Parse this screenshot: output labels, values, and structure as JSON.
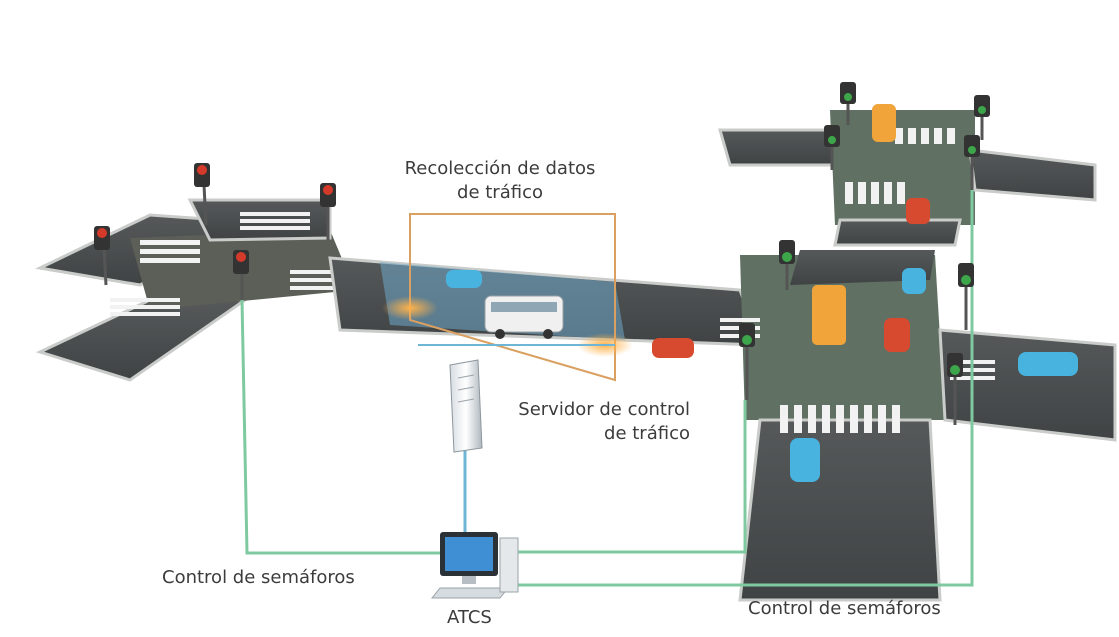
{
  "labels": {
    "data_collection_line1": "Recolección de datos",
    "data_collection_line2": "de tráfico",
    "server_line1": "Servidor de control",
    "server_line2": "de tráfico",
    "signal_control_left": "Control de semáforos",
    "signal_control_right": "Control de semáforos",
    "atcs": "ATCS"
  },
  "colors": {
    "road": "#4a4f50",
    "road_edge": "#c9ccc9",
    "crosswalk": "#f2f2f2",
    "intersection": "#5b5f57",
    "intersection_green": "#607062",
    "sensor_zone": "#6fa8c8",
    "sensor_glow": "#f29a2e",
    "collection_box": "#d9a061",
    "network_line_green": "#7fc9a0",
    "network_line_blue": "#6fb6d6",
    "signal_red": "#d43a2a",
    "signal_green": "#3ea64a",
    "car_blue": "#49b3e0",
    "car_red": "#d84a2f",
    "car_orange": "#f0a43a",
    "bus": "#f0f0f0"
  }
}
